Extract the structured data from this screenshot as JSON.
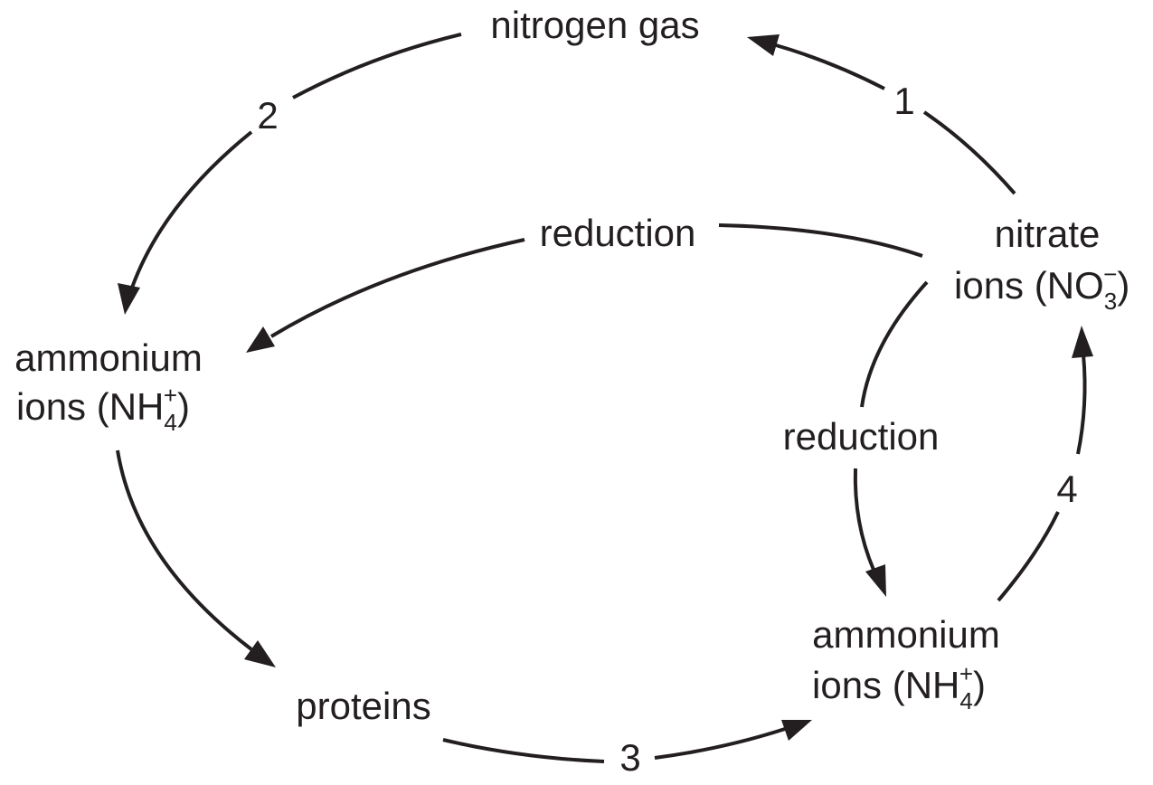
{
  "nodes": {
    "nitrogen_gas": "nitrogen gas",
    "nitrate": {
      "line1": "nitrate",
      "line2_prefix": "ions (NO",
      "sub": "3",
      "sup": "−",
      "suffix": ")"
    },
    "ammonium_left": {
      "line1": "ammonium",
      "line2_prefix": "ions (NH",
      "sub": "4",
      "sup": "+",
      "suffix": ")"
    },
    "ammonium_right": {
      "line1": "ammonium",
      "line2_prefix": "ions (NH",
      "sub": "4",
      "sup": "+",
      "suffix": ")"
    },
    "proteins": "proteins"
  },
  "edges": {
    "step1": "1",
    "step2": "2",
    "step3": "3",
    "step4": "4",
    "reduction_upper": "reduction",
    "reduction_lower": "reduction"
  },
  "colors": {
    "ink": "#231f20",
    "background": "#ffffff"
  }
}
